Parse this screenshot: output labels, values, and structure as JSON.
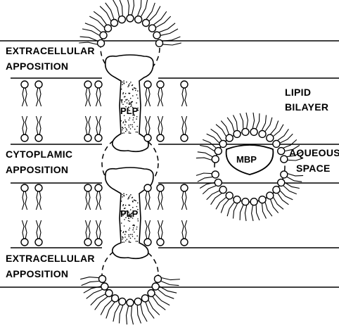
{
  "labels": {
    "extracellular_top_1": "EXTRACELLULAR",
    "extracellular_top_2": "APPOSITION",
    "lipid_1": "LIPID",
    "lipid_2": "BILAYER",
    "cytoplamic_1": "CYTOPLAMIC",
    "cytoplamic_2": "APPOSITION",
    "aqueous_1": "AQUEOUS",
    "aqueous_2": "SPACE",
    "extracellular_bottom_1": "EXTRACELLULAR",
    "extracellular_bottom_2": "APPOSITION",
    "plp_top": "PLP",
    "plp_bottom": "PLP",
    "mbp": "MBP"
  }
}
